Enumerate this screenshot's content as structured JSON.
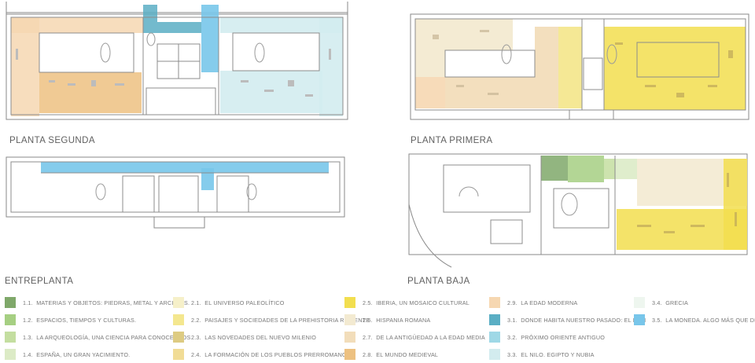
{
  "floors": [
    {
      "id": "segunda",
      "label": "PLANTA SEGUNDA"
    },
    {
      "id": "primera",
      "label": "PLANTA PRIMERA"
    },
    {
      "id": "entreplanta",
      "label": "ENTREPLANTA"
    },
    {
      "id": "baja",
      "label": "PLANTA BAJA"
    }
  ],
  "legend": [
    {
      "code": "1.1.",
      "text": "Materias y objetos: piedras, metal y arcillas.",
      "color": "#7fa86a"
    },
    {
      "code": "1.2.",
      "text": "Espacios, tiempos y culturas.",
      "color": "#a6cf82"
    },
    {
      "code": "1.3.",
      "text": "La arqueología, una ciencia para conocernos",
      "color": "#c4dea0"
    },
    {
      "code": "1.4.",
      "text": "España, un gran yacimiento.",
      "color": "#dcebc6"
    },
    {
      "code": "2.1.",
      "text": "El universo paleolítico",
      "color": "#f6f0c9"
    },
    {
      "code": "2.2.",
      "text": "Paisajes y sociedades de la prehistoria reciente",
      "color": "#f4e78f"
    },
    {
      "code": "2.3.",
      "text": "Las novedades del nuevo milenio",
      "color": "#ddcb82"
    },
    {
      "code": "2.4.",
      "text": "La formación de los pueblos prerromanos",
      "color": "#f1dc96"
    },
    {
      "code": "2.5.",
      "text": "Iberia, un mosaico cultural",
      "color": "#f2de4f"
    },
    {
      "code": "2.6.",
      "text": "Hispania romana",
      "color": "#f3ead1"
    },
    {
      "code": "2.7.",
      "text": "De la antigüedad a la edad media",
      "color": "#f2ddba"
    },
    {
      "code": "2.8.",
      "text": "El mundo medieval",
      "color": "#edc181"
    },
    {
      "code": "2.9.",
      "text": "La edad moderna",
      "color": "#f6d7b1"
    },
    {
      "code": "3.1.",
      "text": "Donde habita nuestro pasado: el man",
      "color": "#5aaec4"
    },
    {
      "code": "3.2.",
      "text": "Próximo oriente antiguo",
      "color": "#9fd8e6"
    },
    {
      "code": "3.3.",
      "text": "El nilo. egipto y nubia",
      "color": "#d3ecef"
    },
    {
      "code": "3.4.",
      "text": "Grecia",
      "color": "#eef6ef"
    },
    {
      "code": "3.5.",
      "text": "La moneda. algo más que dinero",
      "color": "#78c6ea"
    }
  ]
}
